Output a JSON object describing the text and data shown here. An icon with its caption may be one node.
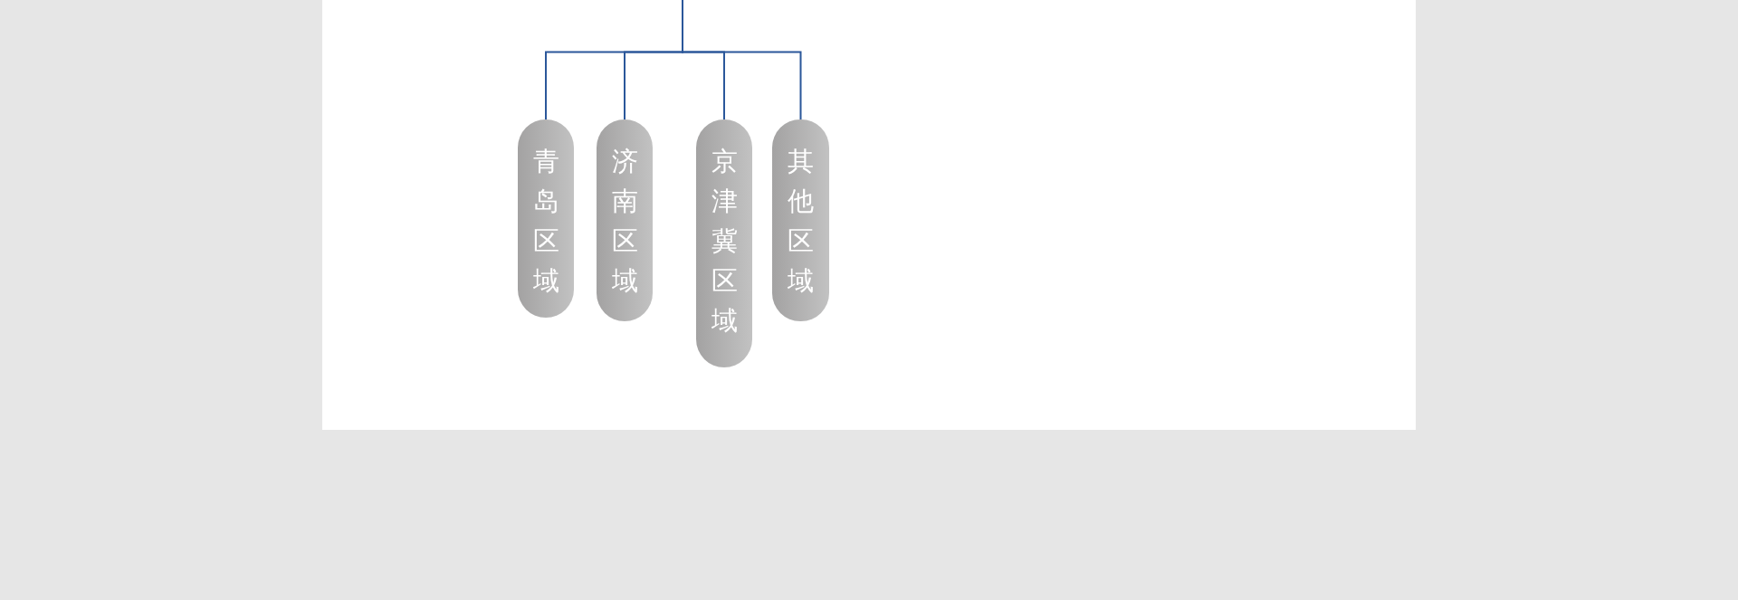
{
  "diagram": {
    "nodes": [
      {
        "text": [
          "青岛区域"
        ]
      },
      {
        "text": [
          "济南区域"
        ]
      },
      {
        "text": [
          "京津冀区域"
        ]
      },
      {
        "text": [
          "其他区域"
        ]
      }
    ],
    "edges": [
      {
        "from": null,
        "to": 0,
        "arrow": "none"
      },
      {
        "from": null,
        "to": 1,
        "arrow": "none"
      },
      {
        "from": null,
        "to": 2,
        "arrow": "none"
      },
      {
        "from": null,
        "to": 3,
        "arrow": "none"
      }
    ]
  }
}
